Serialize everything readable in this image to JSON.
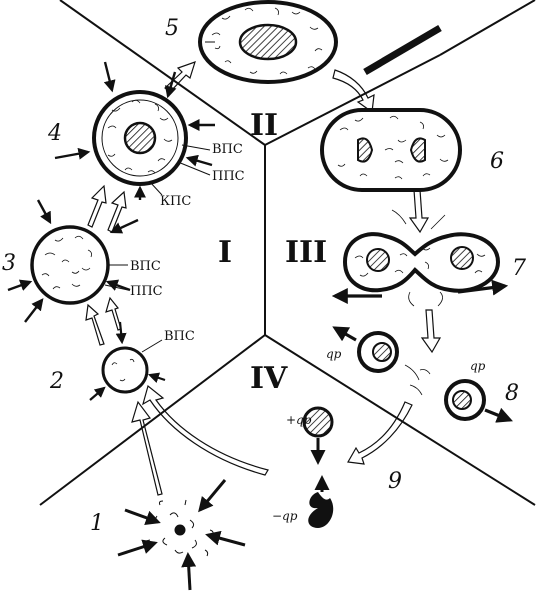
{
  "diagram": {
    "stage_numbers": [
      "1",
      "2",
      "3",
      "4",
      "5",
      "6",
      "7",
      "8",
      "9"
    ],
    "sectors": {
      "s1": "I",
      "s2": "II",
      "s3": "III",
      "s4": "IV"
    },
    "labels": {
      "vps_2": "ВПС",
      "vps_3": "ВПС",
      "pps_3": "ППС",
      "vps_4": "ВПС",
      "pps_4": "ППС",
      "kps_4": "КПС"
    },
    "charges": {
      "q8_left": "qр",
      "q8_right": "qр",
      "q9_pos": "+qр",
      "q9_neg": "−qр"
    }
  }
}
